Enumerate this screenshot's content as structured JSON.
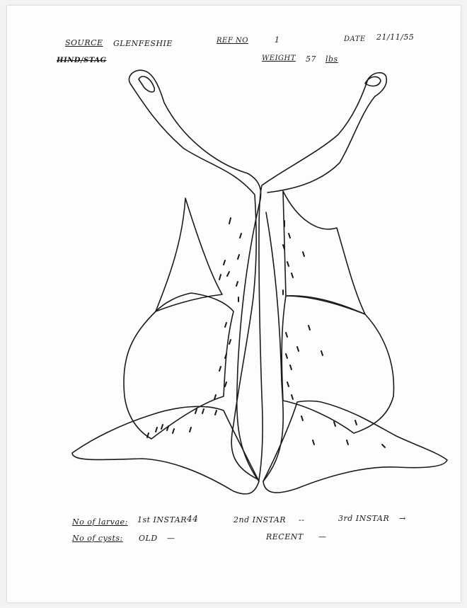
{
  "header": {
    "source_label": "SOURCE",
    "source_value": "GLENFESHIE",
    "ref_label": "REF NO",
    "ref_value": "1",
    "date_label": "DATE",
    "date_value": "21/11/55",
    "hind_stag": "HIND/STAG",
    "weight_label": "WEIGHT",
    "weight_value": "57",
    "weight_unit": "lbs"
  },
  "footer": {
    "larvae_label": "No of larvae:",
    "first_instar_label": "1st INSTAR",
    "first_instar_value": "44",
    "second_instar_label": "2nd INSTAR",
    "second_instar_value": "--",
    "third_instar_label": "3rd INSTAR",
    "third_instar_value": "→",
    "cysts_label": "No of cysts:",
    "old_label": "OLD",
    "old_value": "—",
    "recent_label": "RECENT",
    "recent_value": "—"
  }
}
